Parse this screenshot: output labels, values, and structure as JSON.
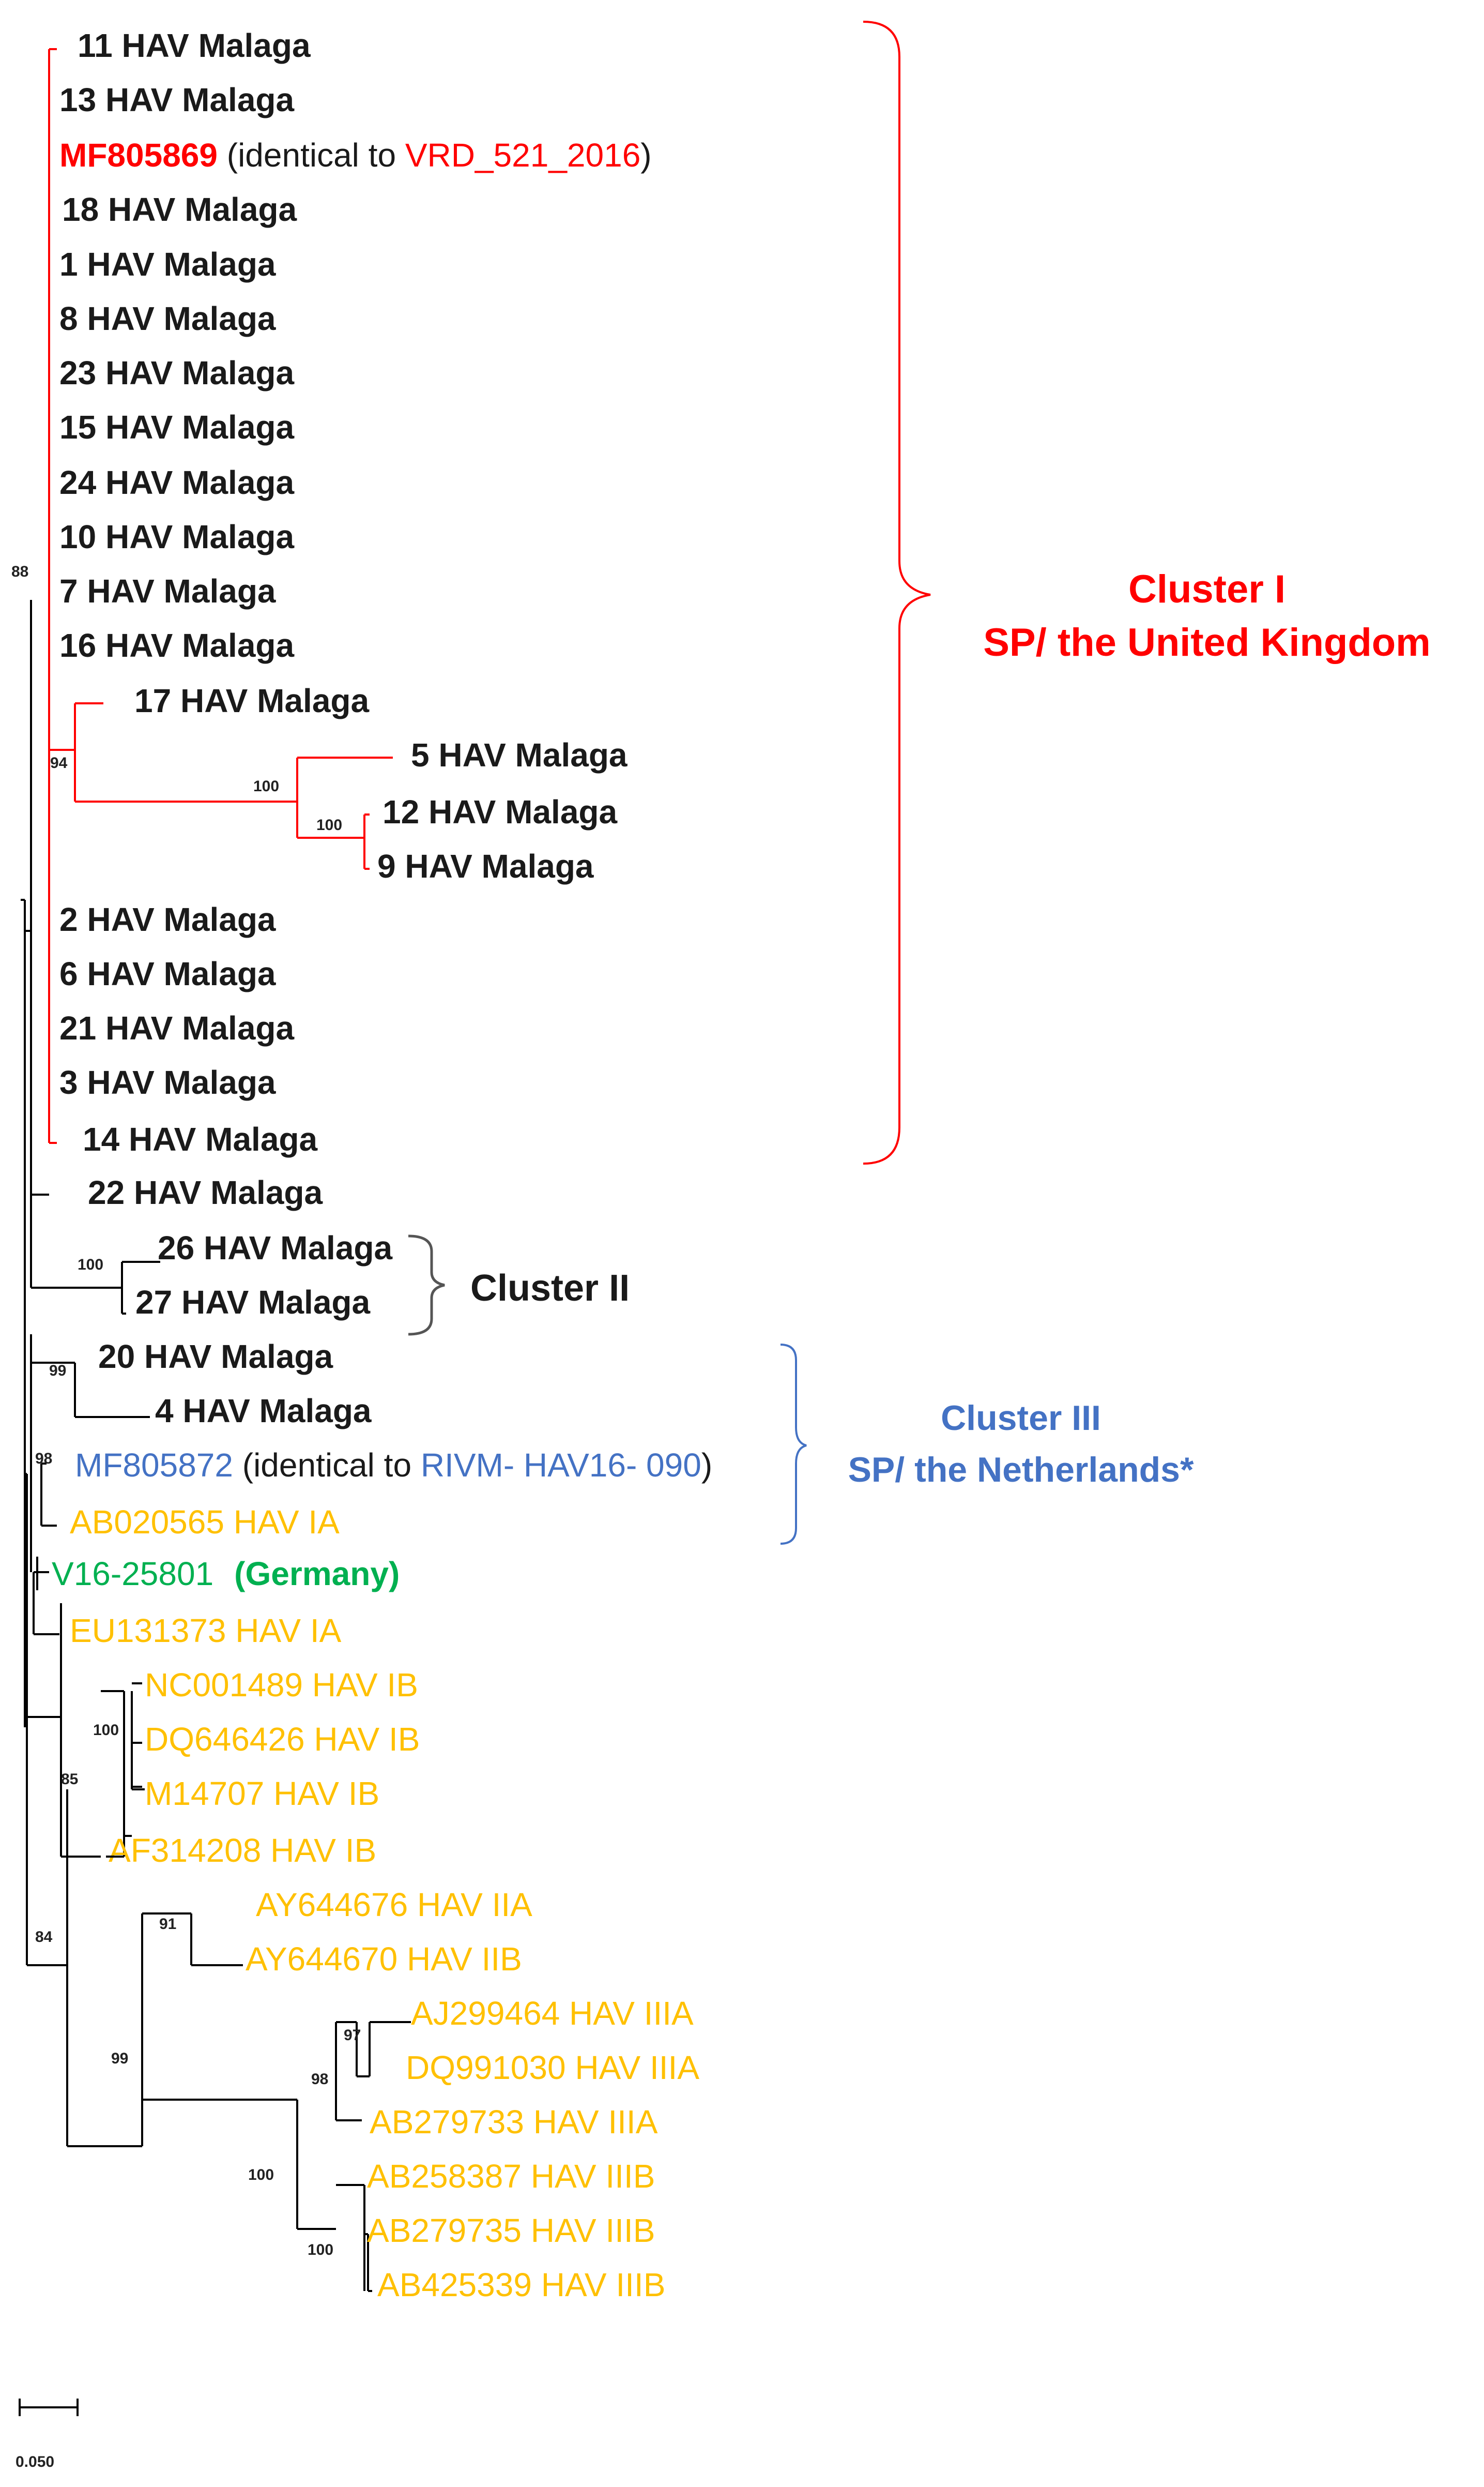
{
  "colors": {
    "cluster1": "#ff0000",
    "cluster2": "#1a1a1a",
    "cluster3": "#4472c4",
    "genotype": "#ffc000",
    "germany": "#00b050",
    "branch": "#000000"
  },
  "leaves": {
    "l11": "11 HAV Malaga",
    "l13": "13 HAV Malaga",
    "l18": "18 HAV Malaga",
    "l1": "1 HAV Malaga",
    "l8": "8 HAV Malaga",
    "l23": "23 HAV Malaga",
    "l15": "15 HAV Malaga",
    "l24": "24 HAV Malaga",
    "l10": "10 HAV Malaga",
    "l7": "7 HAV Malaga",
    "l16": "16 HAV Malaga",
    "l17": "17 HAV Malaga",
    "l5": "5 HAV Malaga",
    "l12": "12 HAV Malaga",
    "l9": "9 HAV Malaga",
    "l2": "2 HAV Malaga",
    "l6": "6 HAV Malaga",
    "l21": "21 HAV Malaga",
    "l3": "3 HAV Malaga",
    "l14": "14 HAV Malaga",
    "l22": "22 HAV Malaga",
    "l26": "26 HAV Malaga",
    "l27": "27 HAV Malaga",
    "l20": "20 HAV Malaga",
    "l4": "4 HAV Malaga",
    "ab020565": "AB020565 HAV IA",
    "eu131373": "EU131373 HAV IA",
    "nc001489": "NC001489 HAV IB",
    "dq646426": "DQ646426 HAV IB",
    "m14707": "M14707 HAV IB",
    "af314208": "AF314208 HAV IB",
    "ay644676": "AY644676 HAV IIA",
    "ay644670": "AY644670 HAV IIB",
    "aj299464": "AJ299464 HAV IIIA",
    "dq991030": "DQ991030 HAV IIIA",
    "ab279733": "AB279733 HAV IIIA",
    "ab258387": "AB258387 HAV IIIB",
    "ab279735": "AB279735 HAV IIIB",
    "ab425339": "AB425339 HAV IIIB"
  },
  "mf805869": {
    "id": "MF805869",
    "pre": " (identical to ",
    "ref": "VRD_521_2016",
    "post": ")"
  },
  "mf805872": {
    "id": "MF805872",
    "pre": " (identical to ",
    "ref": "RIVM- HAV16- 090",
    "post": ")"
  },
  "germany": {
    "id": "V16-25801",
    "country": "(Germany)"
  },
  "bootstrap": {
    "b88": "88",
    "b94": "94",
    "b100a": "100",
    "b100b": "100",
    "b100c": "100",
    "b99a": "99",
    "b98a": "98",
    "b100d": "100",
    "b85": "85",
    "b84": "84",
    "b91": "91",
    "b99b": "99",
    "b97": "97",
    "b98b": "98",
    "b100e": "100",
    "b100f": "100"
  },
  "clusters": {
    "c1_line1": "Cluster I",
    "c1_line2": "SP/ the United Kingdom",
    "c2": "Cluster II",
    "c3_line1": "Cluster III",
    "c3_line2": "SP/ the Netherlands*"
  },
  "scale": {
    "label": "0.050"
  }
}
